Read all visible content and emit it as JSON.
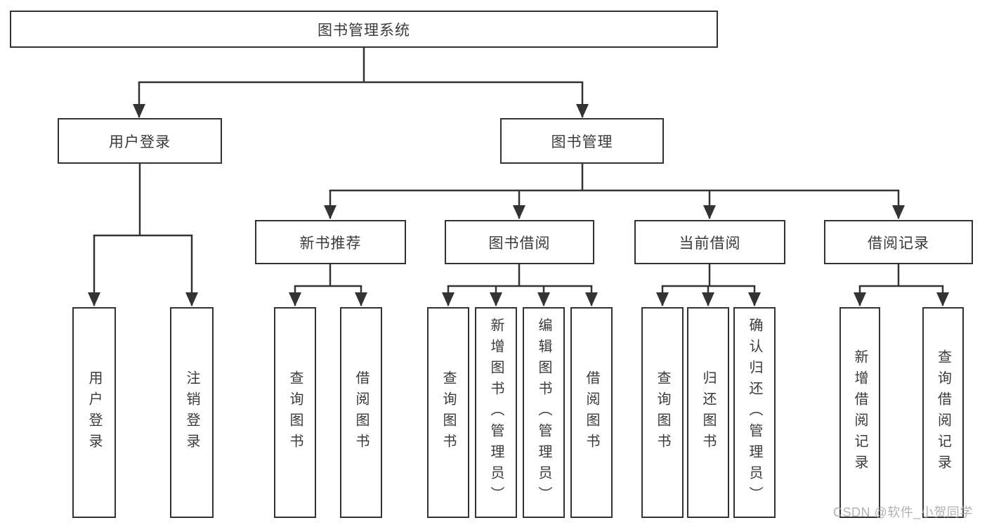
{
  "diagram": {
    "type": "feature-tree",
    "watermark": "CSDN @软件_小贺同学",
    "colors": {
      "line": "#333333",
      "box_border": "#333333",
      "box_fill": "#ffffff",
      "text": "#3a3a3a",
      "watermark": "#a4a4a4",
      "background": "#ffffff"
    },
    "tree": {
      "root": {
        "label": "图书管理系统"
      },
      "branches": [
        {
          "label": "用户登录",
          "children": [
            {
              "label": "用户登录"
            },
            {
              "label": "注销登录"
            }
          ]
        },
        {
          "label": "图书管理",
          "children": [
            {
              "label": "新书推荐",
              "children": [
                {
                  "label": "查询图书"
                },
                {
                  "label": "借阅图书"
                }
              ]
            },
            {
              "label": "图书借阅",
              "children": [
                {
                  "label": "查询图书"
                },
                {
                  "label": "新增图书（管理员）"
                },
                {
                  "label": "编辑图书（管理员）"
                },
                {
                  "label": "借阅图书"
                }
              ]
            },
            {
              "label": "当前借阅",
              "children": [
                {
                  "label": "查询图书"
                },
                {
                  "label": "归还图书"
                },
                {
                  "label": "确认归还（管理员）"
                }
              ]
            },
            {
              "label": "借阅记录",
              "children": [
                {
                  "label": "新增借阅记录"
                },
                {
                  "label": "查询借阅记录"
                }
              ]
            }
          ]
        }
      ]
    }
  }
}
